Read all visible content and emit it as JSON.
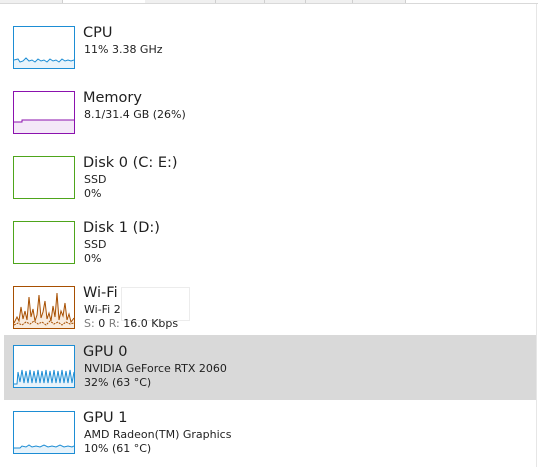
{
  "colors": {
    "cpu": "#1d8dd4",
    "memory": "#8b12ae",
    "disk": "#4ea51b",
    "wifi": "#a74f01",
    "gpu": "#1d8dd4",
    "selected_bg": "#d9d9d9"
  },
  "devices": [
    {
      "key": "cpu",
      "title": "CPU",
      "line1": "11%  3.38 GHz",
      "line2": "",
      "graph": "cpu-graph-icon",
      "selected": false
    },
    {
      "key": "memory",
      "title": "Memory",
      "line1": "8.1/31.4 GB (26%)",
      "line2": "",
      "graph": "memory-graph-icon",
      "selected": false
    },
    {
      "key": "disk0",
      "title": "Disk 0 (C: E:)",
      "line1": "SSD",
      "line2": "0%",
      "graph": "disk-graph-icon",
      "selected": false
    },
    {
      "key": "disk1",
      "title": "Disk 1 (D:)",
      "line1": "SSD",
      "line2": "0%",
      "graph": "disk-graph-icon",
      "selected": false
    },
    {
      "key": "wifi",
      "title": "Wi-Fi",
      "line1": "Wi-Fi 2",
      "line2_send_label": "S:",
      "line2_send_value": "0",
      "line2_recv_label": "R:",
      "line2_recv_value": "16.0 Kbps",
      "graph": "wifi-graph-icon",
      "selected": false
    },
    {
      "key": "gpu0",
      "title": "GPU 0",
      "line1": "NVIDIA GeForce RTX 2060",
      "line2": "32%  (63 °C)",
      "graph": "gpu-graph-icon",
      "selected": true
    },
    {
      "key": "gpu1",
      "title": "GPU 1",
      "line1": "AMD Radeon(TM) Graphics",
      "line2": "10%  (61 °C)",
      "graph": "gpu-graph-icon",
      "selected": false
    }
  ]
}
